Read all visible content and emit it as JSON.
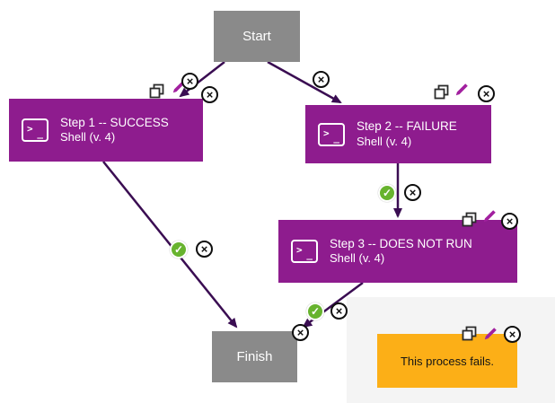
{
  "nodes": {
    "start": {
      "label": "Start"
    },
    "finish": {
      "label": "Finish"
    },
    "steps": [
      {
        "title": "Step 1 -- SUCCESS",
        "subtitle": "Shell (v. 4)"
      },
      {
        "title": "Step 2 -- FAILURE",
        "subtitle": "Shell (v. 4)"
      },
      {
        "title": "Step 3 -- DOES NOT RUN",
        "subtitle": "Shell (v. 4)"
      }
    ],
    "note": {
      "text": "This process fails."
    }
  },
  "connections": [
    {
      "from": "start",
      "to": "step1",
      "badges": [
        "delete"
      ]
    },
    {
      "from": "start",
      "to": "step2",
      "badges": [
        "delete"
      ]
    },
    {
      "from": "step2",
      "to": "step3",
      "badges": [
        "success",
        "delete"
      ]
    },
    {
      "from": "step1",
      "to": "finish",
      "badges": [
        "success",
        "delete"
      ]
    },
    {
      "from": "step3",
      "to": "finish",
      "badges": [
        "success",
        "delete"
      ]
    }
  ],
  "icons": {
    "delete_glyph": "×",
    "check_glyph": "✓",
    "terminal_prompt": ">",
    "terminal_cursor": "_"
  },
  "colors": {
    "step_purple": "#8e1c8e",
    "endpoint_gray": "#8a8a8a",
    "note_amber": "#fcaf17",
    "connector_purple": "#3a0d52",
    "success_green": "#67b32e"
  }
}
